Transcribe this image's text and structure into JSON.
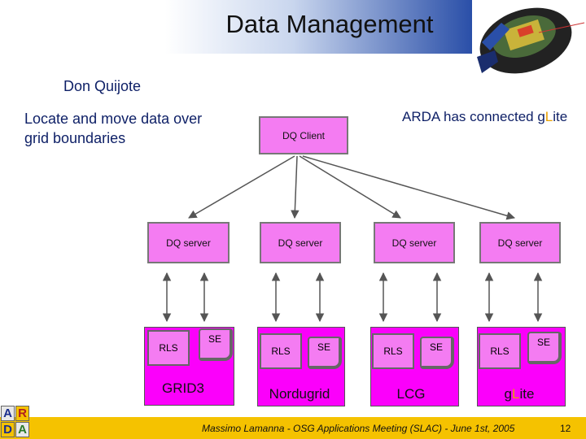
{
  "header": {
    "title": "Data Management"
  },
  "main": {
    "subtitle": "Don Quijote",
    "locate_text": "Locate and move data over grid boundaries",
    "arda_prefix": "ARDA has connected g",
    "arda_l": "L",
    "arda_suffix": "ite",
    "client_label": "DQ Client",
    "servers": [
      "DQ server",
      "DQ server",
      "DQ server",
      "DQ server"
    ],
    "grids": [
      {
        "name": "GRID3",
        "rls": "RLS",
        "se": "SE"
      },
      {
        "name": "Nordugrid",
        "rls": "RLS",
        "se": "SE"
      },
      {
        "name": "LCG",
        "rls": "RLS",
        "se": "SE"
      },
      {
        "name_prefix": "g",
        "name_l": "L",
        "name_suffix": "ite",
        "rls": "RLS",
        "se": "SE"
      }
    ]
  },
  "footer": {
    "text": "Massimo Lamanna - OSG Applications Meeting (SLAC) - June 1st, 2005",
    "page": "12",
    "logo": [
      "A",
      "R",
      "D",
      "A"
    ]
  },
  "colors": {
    "box": "#f47cf2",
    "grid": "#fb00fb",
    "glite_l": "#e8a000",
    "footer": "#f5c200",
    "text_blue": "#0d1f66"
  }
}
